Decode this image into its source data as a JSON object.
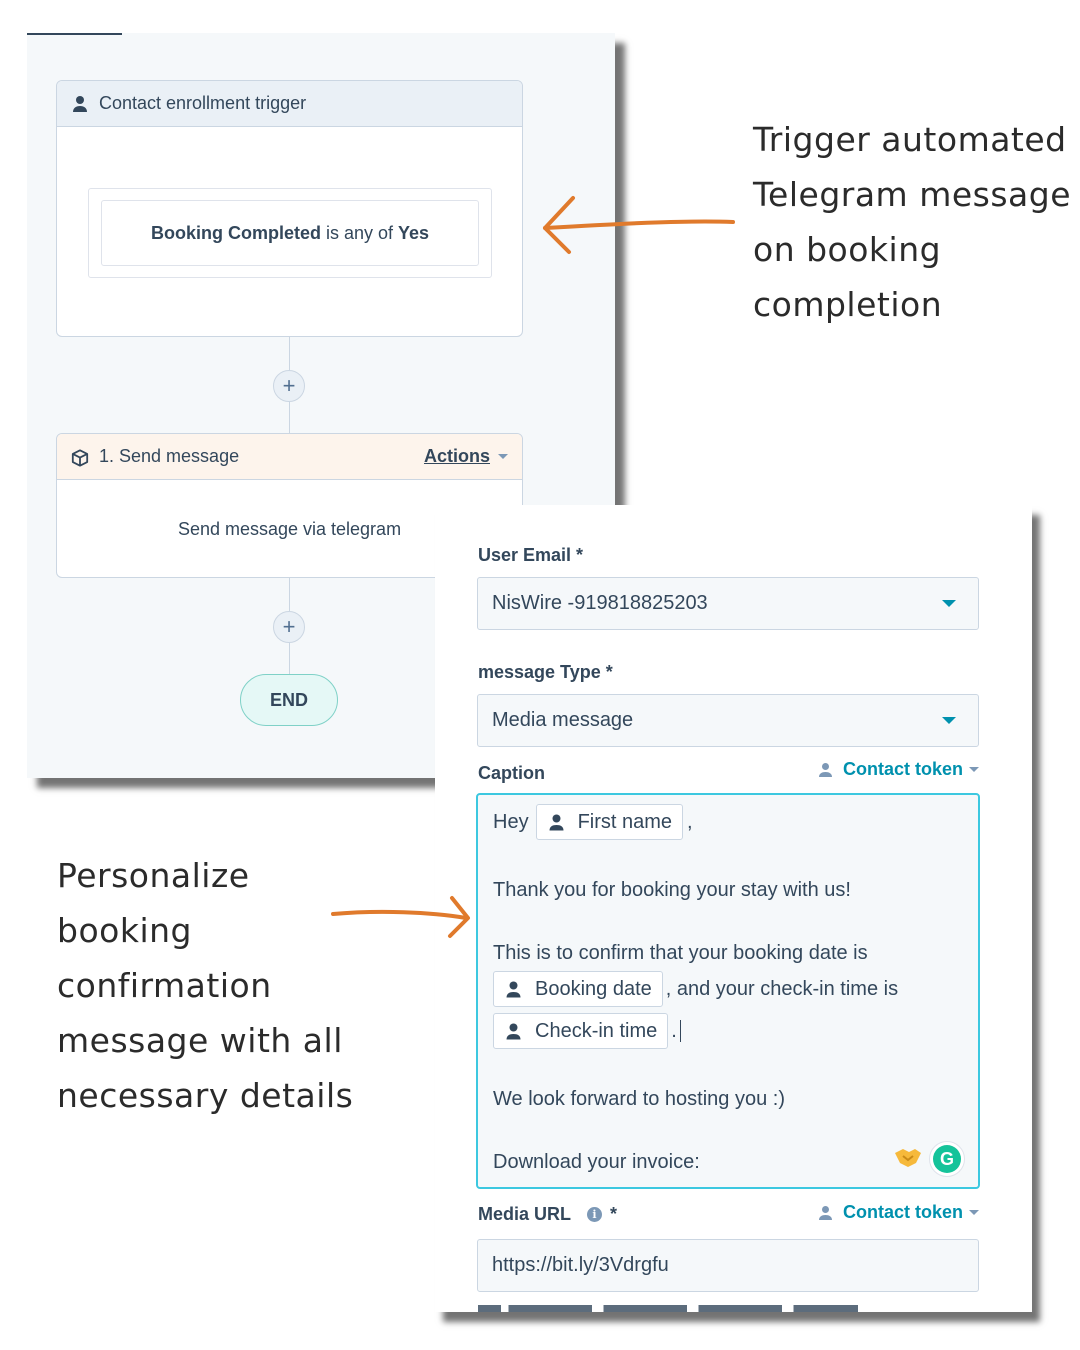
{
  "workflow": {
    "trigger": {
      "title": "Contact enrollment trigger",
      "filter_property": "Booking Completed",
      "filter_operator": "is any of",
      "filter_value": "Yes"
    },
    "action": {
      "title": "1. Send message",
      "actions_label": "Actions",
      "body": "Send message via telegram"
    },
    "end_label": "END",
    "add_step_symbol": "+"
  },
  "form": {
    "user_email": {
      "label": "User Email *",
      "value": "NisWire -919818825203"
    },
    "message_type": {
      "label": "message Type *",
      "value": "Media message"
    },
    "caption": {
      "label": "Caption",
      "contact_token": "Contact token",
      "greeting": "Hey",
      "first_name_token": "First name",
      "after_name": ",",
      "line_thanks": "Thank you for booking your stay with us!",
      "line_confirm": "This is to confirm that your booking date is",
      "booking_date_token": "Booking date",
      "checkin_text": ", and your check-in time is",
      "checkin_token": "Check-in time",
      "period": ".",
      "line_forward": "We look forward to hosting you :)",
      "line_invoice": "Download your invoice:",
      "grammarly_letter": "G"
    },
    "media_url": {
      "label": "Media URL",
      "required_mark": "*",
      "info_symbol": "i",
      "contact_token": "Contact token",
      "value": "https://bit.ly/3Vdrgfu"
    }
  },
  "annotations": {
    "top_right": [
      "Trigger automated",
      "Telegram message",
      "on booking",
      "completion"
    ],
    "bottom_left": [
      "Personalize booking",
      "confirmation",
      "message with all",
      "necessary details"
    ]
  },
  "colors": {
    "accent_teal": "#0091ae",
    "caption_border": "#3cc8e0",
    "arrow_orange": "#e07a2c",
    "end_pill": "#e5f8f6",
    "action_header": "#fdf4ec"
  }
}
